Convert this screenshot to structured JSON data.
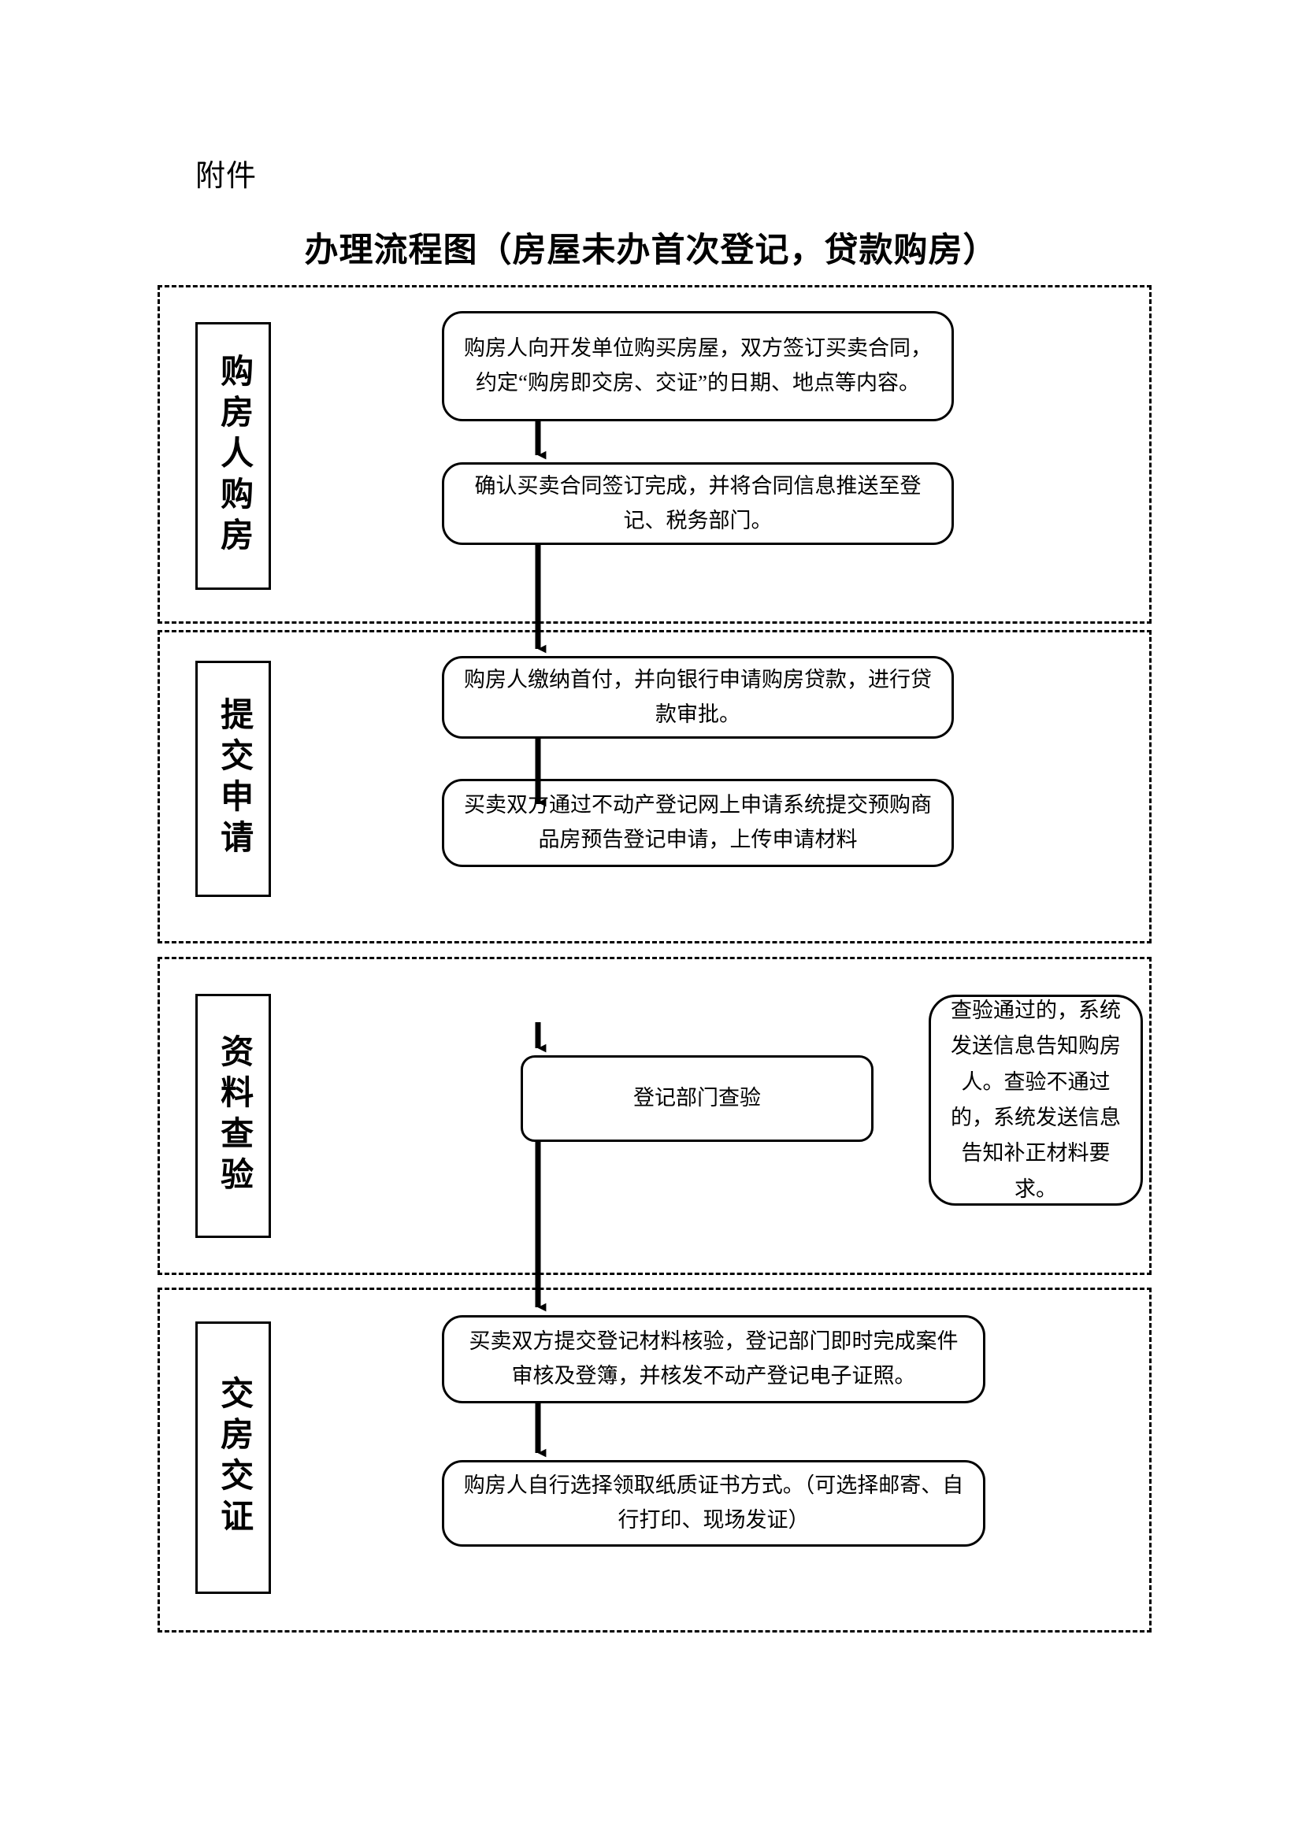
{
  "document": {
    "attachment_label": "附件",
    "title": "办理流程图（房屋未办首次登记，贷款购房）"
  },
  "stages": [
    {
      "name": "购房人购房",
      "boxes": [
        {
          "text": "购房人向开发单位购买房屋，双方签订买卖合同，约定“购房即交房、交证”的日期、地点等内容。"
        },
        {
          "text": "确认买卖合同签订完成，并将合同信息推送至登记、税务部门。"
        }
      ]
    },
    {
      "name": "提交申请",
      "boxes": [
        {
          "text": "购房人缴纳首付，并向银行申请购房贷款，进行贷款审批。"
        },
        {
          "text": "买卖双方通过不动产登记网上申请系统提交预购商品房预告登记申请，上传申请材料"
        }
      ]
    },
    {
      "name": "资料查验",
      "boxes": [
        {
          "text": "登记部门查验"
        }
      ],
      "notes": [
        {
          "text": "查验通过的，系统发送信息告知购房人。查验不通过的，系统发送信息告知补正材料要求。"
        }
      ]
    },
    {
      "name": "交房交证",
      "boxes": [
        {
          "text": "买卖双方提交登记材料核验，登记部门即时完成案件审核及登簿，并核发不动产登记电子证照。"
        },
        {
          "text": "购房人自行选择领取纸质证书方式。（可选择邮寄、自行打印、现场发证）"
        }
      ]
    }
  ],
  "colors": {
    "ink": "#000000",
    "paper": "#ffffff"
  }
}
